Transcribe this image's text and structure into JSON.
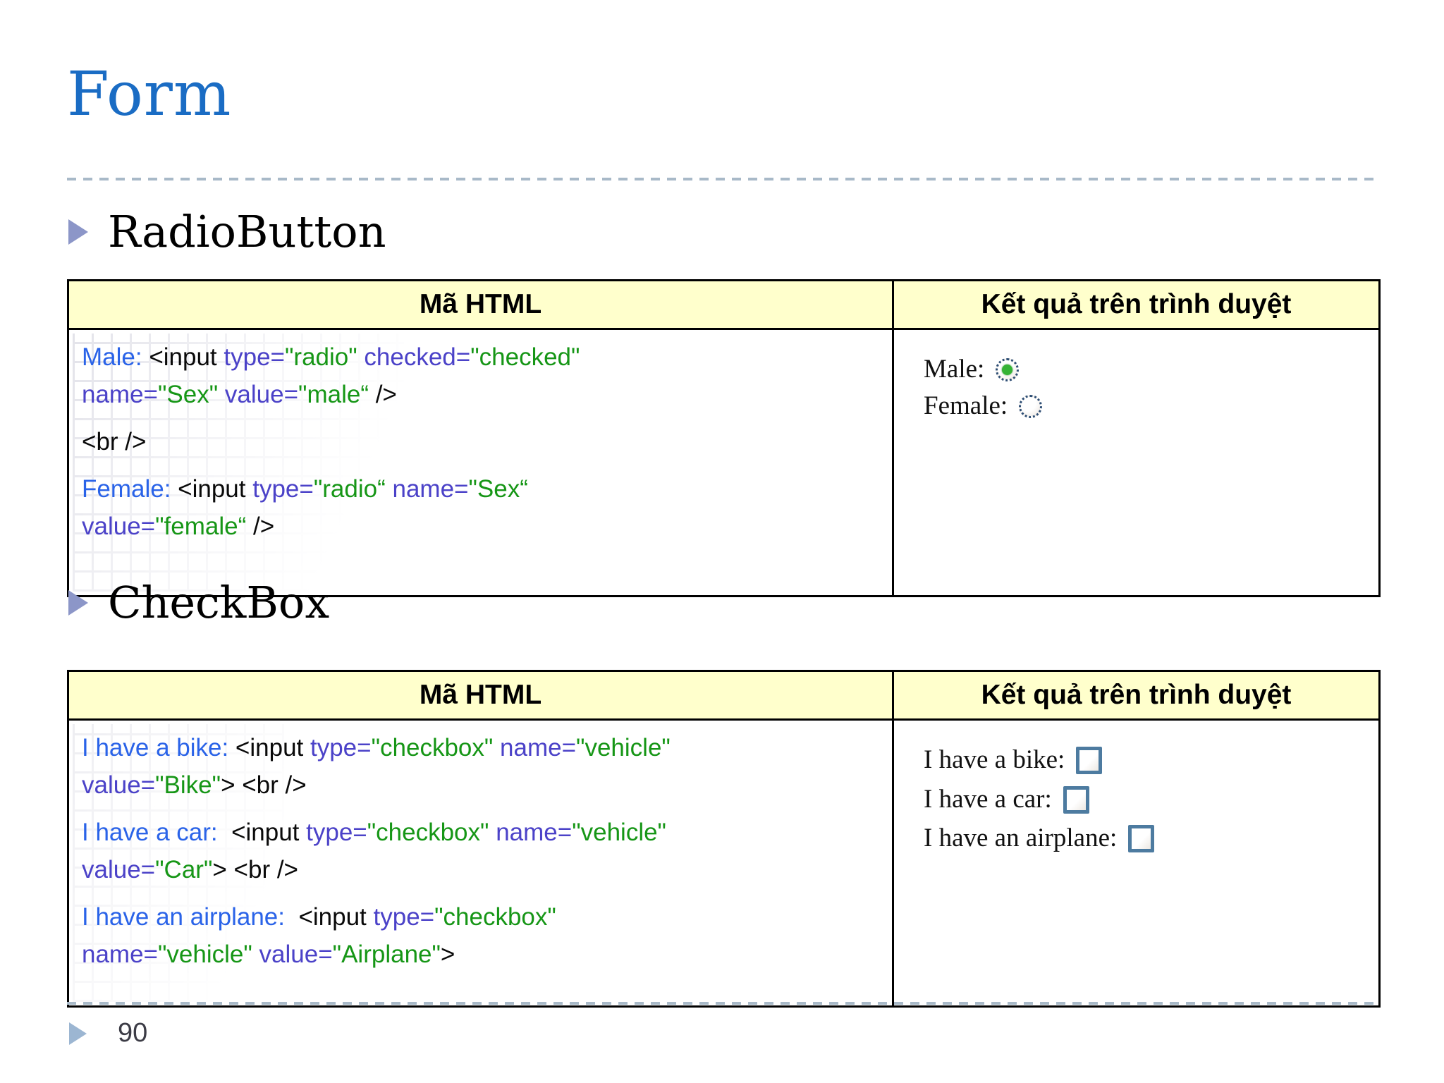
{
  "title": "Form",
  "footer": {
    "page_number": "90"
  },
  "colors": {
    "label": "#2A63E8",
    "attribute": "#4B42C8",
    "value": "#169616",
    "tag": "#0A0A0A",
    "header_bg": "#FFFFCC",
    "title": "#1A6CC4"
  },
  "radio_section": {
    "heading": "RadioButton",
    "table": {
      "headers": [
        "Mã HTML",
        "Kết quả trên trình duyệt"
      ],
      "code_paragraphs": [
        [
          [
            {
              "c": "label",
              "t": "Male: "
            },
            {
              "c": "tag",
              "t": "<input "
            },
            {
              "c": "attr",
              "t": "type="
            },
            {
              "c": "val",
              "t": "\"radio\""
            },
            {
              "c": "tag",
              "t": " "
            },
            {
              "c": "attr",
              "t": "checked="
            },
            {
              "c": "val",
              "t": "\"checked\""
            }
          ],
          [
            {
              "c": "attr",
              "t": "name="
            },
            {
              "c": "val",
              "t": "\"Sex\""
            },
            {
              "c": "tag",
              "t": " "
            },
            {
              "c": "attr",
              "t": "value="
            },
            {
              "c": "val",
              "t": "\"male“"
            },
            {
              "c": "tag",
              "t": " />"
            }
          ]
        ],
        [
          [
            {
              "c": "tag",
              "t": "<br />"
            }
          ]
        ],
        [
          [
            {
              "c": "label",
              "t": "Female: "
            },
            {
              "c": "tag",
              "t": "<input "
            },
            {
              "c": "attr",
              "t": "type="
            },
            {
              "c": "val",
              "t": "\"radio“"
            },
            {
              "c": "tag",
              "t": " "
            },
            {
              "c": "attr",
              "t": "name="
            },
            {
              "c": "val",
              "t": "\"Sex“"
            }
          ],
          [
            {
              "c": "attr",
              "t": "value="
            },
            {
              "c": "val",
              "t": "\"female“"
            },
            {
              "c": "tag",
              "t": " />"
            }
          ]
        ]
      ],
      "results": [
        {
          "label": "Male:",
          "type": "radio",
          "checked": true
        },
        {
          "label": "Female:",
          "type": "radio",
          "checked": false
        }
      ]
    }
  },
  "checkbox_section": {
    "heading": "CheckBox",
    "table": {
      "headers": [
        "Mã HTML",
        "Kết quả trên trình duyệt"
      ],
      "code_paragraphs": [
        [
          [
            {
              "c": "label",
              "t": "I have a bike: "
            },
            {
              "c": "tag",
              "t": "<input "
            },
            {
              "c": "attr",
              "t": "type="
            },
            {
              "c": "val",
              "t": "\"checkbox\""
            },
            {
              "c": "tag",
              "t": " "
            },
            {
              "c": "attr",
              "t": "name="
            },
            {
              "c": "val",
              "t": "\"vehicle\""
            }
          ],
          [
            {
              "c": "attr",
              "t": "value="
            },
            {
              "c": "val",
              "t": "\"Bike\""
            },
            {
              "c": "tag",
              "t": "> <br />"
            }
          ]
        ],
        [
          [
            {
              "c": "label",
              "t": "I have a car:  "
            },
            {
              "c": "tag",
              "t": "<input "
            },
            {
              "c": "attr",
              "t": "type="
            },
            {
              "c": "val",
              "t": "\"checkbox\""
            },
            {
              "c": "tag",
              "t": " "
            },
            {
              "c": "attr",
              "t": "name="
            },
            {
              "c": "val",
              "t": "\"vehicle\""
            }
          ],
          [
            {
              "c": "attr",
              "t": "value="
            },
            {
              "c": "val",
              "t": "\"Car\""
            },
            {
              "c": "tag",
              "t": "> <br />"
            }
          ]
        ],
        [
          [
            {
              "c": "label",
              "t": "I have an airplane:  "
            },
            {
              "c": "tag",
              "t": "<input "
            },
            {
              "c": "attr",
              "t": "type="
            },
            {
              "c": "val",
              "t": "\"checkbox\""
            }
          ],
          [
            {
              "c": "attr",
              "t": "name="
            },
            {
              "c": "val",
              "t": "\"vehicle\""
            },
            {
              "c": "tag",
              "t": " "
            },
            {
              "c": "attr",
              "t": "value="
            },
            {
              "c": "val",
              "t": "\"Airplane\""
            },
            {
              "c": "tag",
              "t": ">"
            }
          ]
        ]
      ],
      "results": [
        {
          "label": "I have a bike:",
          "type": "checkbox",
          "checked": false
        },
        {
          "label": "I have a car:",
          "type": "checkbox",
          "checked": false
        },
        {
          "label": "I have an airplane:",
          "type": "checkbox",
          "checked": false
        }
      ]
    }
  }
}
